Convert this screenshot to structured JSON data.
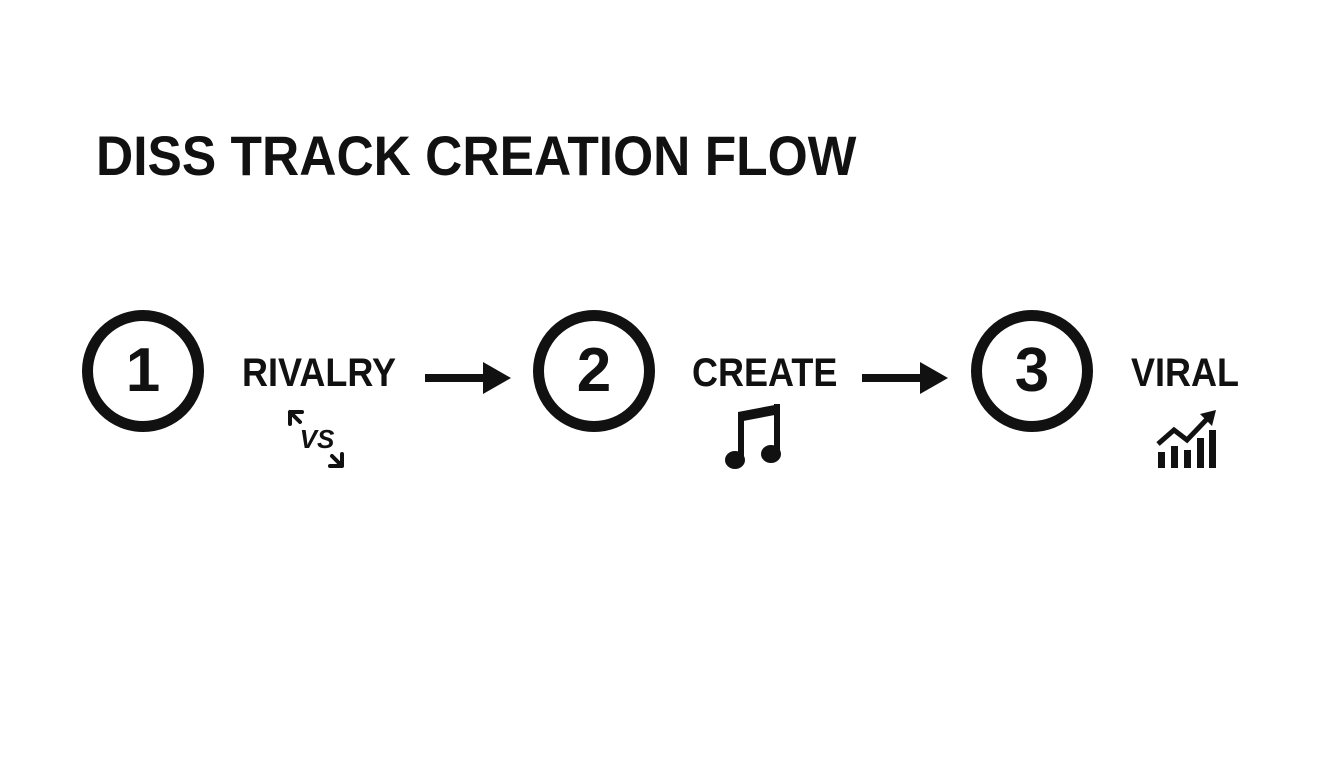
{
  "title": "DISS TRACK CREATION FLOW",
  "steps": [
    {
      "number": "1",
      "label": "RIVALRY",
      "icon": "versus-icon",
      "icon_text": "VS"
    },
    {
      "number": "2",
      "label": "CREATE",
      "icon": "music-note-icon"
    },
    {
      "number": "3",
      "label": "VIRAL",
      "icon": "trending-chart-icon"
    }
  ],
  "colors": {
    "ink": "#111111",
    "background": "#ffffff"
  }
}
